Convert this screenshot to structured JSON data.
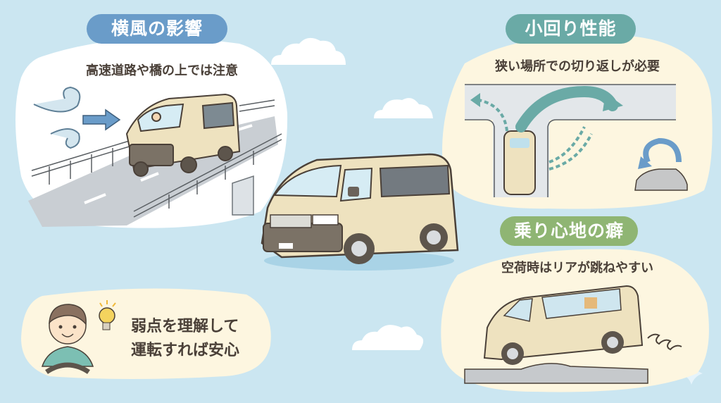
{
  "infographic": {
    "topic": "Van driving weaknesses",
    "colors": {
      "background": "#cbe6f1",
      "panel_white": "#ffffff",
      "panel_cream": "#fdf6e0",
      "van_body": "#eee2bf",
      "outline": "#4a4038",
      "road": "#c9ced3"
    },
    "panels": [
      {
        "id": "crosswind",
        "title": "横風の影響",
        "subtitle": "高速道路や橋の上では注意",
        "accent": "#6a9cc9",
        "illustration": "van-on-elevated-highway-with-crosswind"
      },
      {
        "id": "turning",
        "title": "小回り性能",
        "subtitle": "狭い場所での切り返しが必要",
        "accent": "#6aaaa6",
        "illustration": "t-intersection-turning-diagram"
      },
      {
        "id": "ride-comfort",
        "title": "乗り心地の癖",
        "subtitle": "空荷時はリアが跳ねやすい",
        "accent": "#8fb573",
        "illustration": "empty-van-rear-bouncing-over-bump"
      }
    ],
    "advice": {
      "line1": "弱点を理解して",
      "line2": "運転すれば安心",
      "illustration": "driver-with-lightbulb"
    },
    "center_illustration": "beige-van-three-quarter-view"
  }
}
